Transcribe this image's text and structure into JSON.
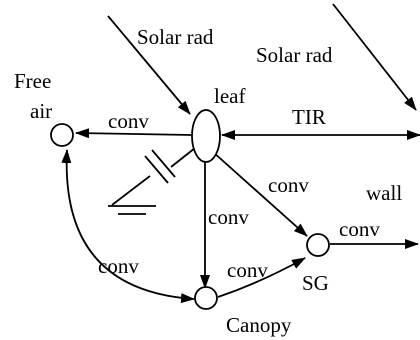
{
  "diagram": {
    "labels": {
      "free_air_line1": "Free",
      "free_air_line2": "air",
      "leaf": "leaf",
      "canopy": "Canopy",
      "sg": "SG",
      "wall": "wall",
      "solar_rad_1": "Solar rad",
      "solar_rad_2": "Solar rad",
      "tir": "TIR",
      "conv_leaf_air": "conv",
      "conv_leaf_sg": "conv",
      "conv_leaf_canopy": "conv",
      "conv_canopy_sg": "conv",
      "conv_sg_wall": "conv",
      "conv_air_canopy": "conv"
    }
  }
}
